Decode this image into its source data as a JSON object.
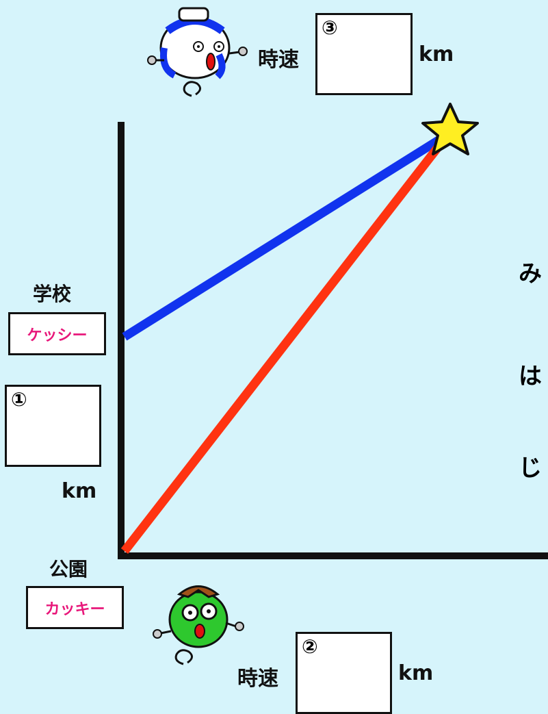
{
  "labels": {
    "school": "学校",
    "park": "公園",
    "speed_top": "時速",
    "speed_bottom": "時速",
    "unit_top": "km",
    "unit_bottom": "km",
    "unit_left": "km"
  },
  "tags": {
    "kesshi": "ケッシー",
    "kakki": "カッキー"
  },
  "answer_boxes": {
    "box1": "①",
    "box2": "②",
    "box3": "③"
  },
  "right_text": [
    "み",
    "は",
    "じ"
  ],
  "colors": {
    "background": "#d6f4fb",
    "blue_line": "#1133ee",
    "red_line": "#ff3311",
    "star": "#ffee22",
    "tag_text": "#e8177a"
  },
  "icons": [
    "blue-runner-icon",
    "green-runner-icon",
    "star-icon"
  ]
}
